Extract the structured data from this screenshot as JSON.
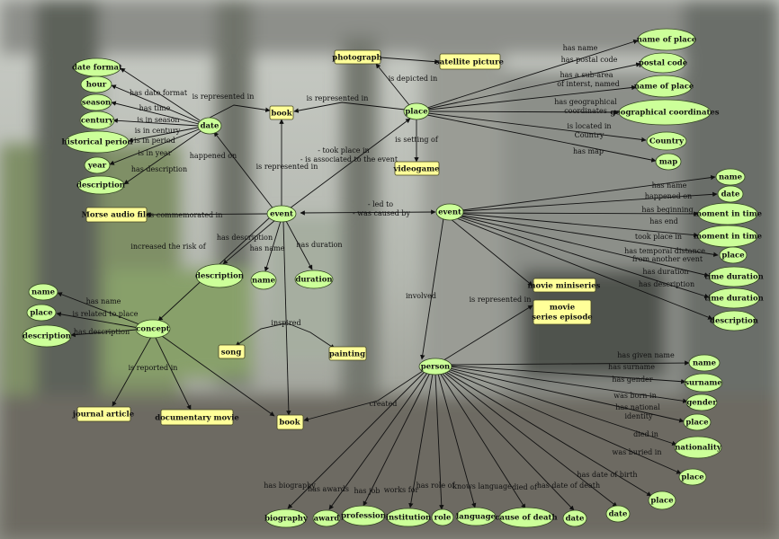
{
  "nodes": {
    "date_format": "date format",
    "hour": "hour",
    "season": "season",
    "century": "century",
    "historical_period": "historical period",
    "year": "year",
    "description_date": "description",
    "date": "date",
    "book_top": "book",
    "photograph": "photograph",
    "satellite_picture": "satellite picture",
    "place": "place",
    "name_of_place_1": "name of place",
    "postal_code": "postal code",
    "name_of_place_2": "name of place",
    "geo_coords": "geographical coordinates",
    "country": "Country",
    "map": "map",
    "videogame": "videogame",
    "morse_audio": "Morse audio file",
    "event_left": "event",
    "event_right": "event",
    "description_event": "description",
    "name_event": "name",
    "duration_event": "duration",
    "er_name": "name",
    "er_date": "date",
    "er_begin": "moment in time",
    "er_end": "moment in time",
    "er_place": "place",
    "er_duration_1": "time duration",
    "er_duration_2": "time duration",
    "er_description": "description",
    "movie_miniseries": "movie miniseries",
    "movie_series_episode_1": "movie",
    "movie_series_episode_2": "series episode",
    "concept": "concept",
    "c_name": "name",
    "c_place": "place",
    "c_description": "description",
    "song": "song",
    "painting": "painting",
    "journal_article": "journal article",
    "documentary_movie": "documentary movie",
    "book_bottom": "book",
    "person": "person",
    "p_name": "name",
    "p_surname": "surname",
    "p_gender": "gender",
    "p_birth_place": "place",
    "p_nationality": "nationality",
    "p_death_place": "place",
    "p_burial_place": "place",
    "p_biography": "biography",
    "p_award": "award",
    "p_profession": "profession",
    "p_institution": "institution",
    "p_role": "role",
    "p_language": "language",
    "p_cause_of_death": "cause of death",
    "p_date_death": "date",
    "p_date_birth": "date"
  },
  "edges": {
    "has_date_format": "has date format",
    "has_time": "has time",
    "is_in_season": "is in season",
    "is_in_century": "is in century",
    "is_in_period": "is in period",
    "is_in_year": "is in year",
    "date_has_description": "has description",
    "date_represented_in": "is represented in",
    "place_represented_in": "is represented in",
    "is_depicted_in": "is depicted in",
    "has_name_place": "has name",
    "has_postal_code": "has postal code",
    "has_subarea_1": "has a sub-area",
    "has_subarea_2": "of interst, named",
    "has_geo_1": "has geographical",
    "has_geo_2": "coordinates",
    "located_in_1": "is located in",
    "located_in_2": "Country",
    "has_map": "has map",
    "is_setting_of": "is setting of",
    "happened_on": "happened on",
    "event_represented_in": "is represented in",
    "took_place_1": "- took place in",
    "took_place_2": "- is associated to the event",
    "commemorated_in": "is commemorated in",
    "led_to_1": "- led to",
    "led_to_2": "- was caused by",
    "increased_risk": "increased the risk of",
    "event_has_description": "has description",
    "event_has_name": "has name",
    "event_has_duration": "has duration",
    "er_has_name": "has name",
    "er_happened_on": "happened on",
    "er_has_beginning": "has beginning",
    "er_has_end": "has end",
    "er_took_place": "took place in",
    "er_temporal_1": "has temporal distance",
    "er_temporal_2": "from another event",
    "er_has_duration": "has duration",
    "er_has_description": "has description",
    "involved": "involved",
    "er_represented_in": "is represented in",
    "c_has_name": "has name",
    "c_related_place": "is related to place",
    "c_has_description": "has description",
    "inspired": "inspired",
    "is_reported_in": "is reported in",
    "created": "created",
    "p_has_given_name": "has given name",
    "p_has_surname": "has surname",
    "p_has_gender": "has gender",
    "p_born_in": "was born in",
    "p_national_1": "has national",
    "p_national_2": "identity",
    "p_died_in": "died in",
    "p_buried_in": "was buried in",
    "p_has_biography": "has biography",
    "p_has_awards": "has awards",
    "p_has_job": "has job",
    "p_works_for": "works for",
    "p_has_role": "has role of",
    "p_knows_language": "knows language",
    "p_died_of": "died of",
    "p_date_of_death": "has date of death",
    "p_date_of_birth": "has date of birth"
  },
  "colors": {
    "ellipse_fill": "#ccff99",
    "box_fill": "#ffff99",
    "line": "#111111"
  }
}
